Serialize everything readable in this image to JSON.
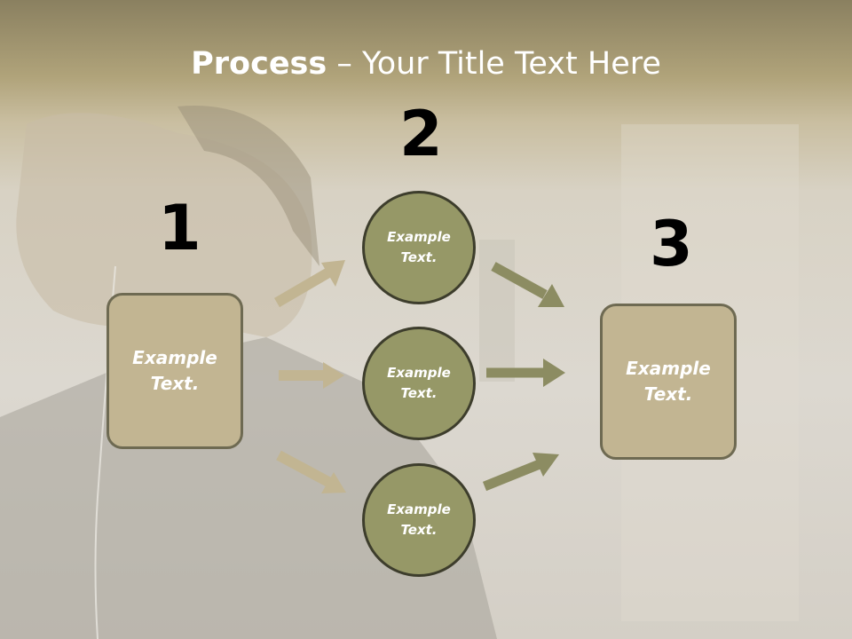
{
  "title": {
    "bold": "Process",
    "dash": " – ",
    "rest": "Your Title Text Here"
  },
  "steps": {
    "one": "1",
    "two": "2",
    "three": "3"
  },
  "left_box": {
    "line1": "Example",
    "line2": "Text."
  },
  "right_box": {
    "line1": "Example",
    "line2": "Text."
  },
  "circles": [
    {
      "line1": "Example",
      "line2": "Text."
    },
    {
      "line1": "Example",
      "line2": "Text."
    },
    {
      "line1": "Example",
      "line2": "Text."
    }
  ],
  "colors": {
    "left_arrows": "#c2b592",
    "right_arrows": "#8c8c62",
    "circle_fill": "#969867",
    "box_fill": "#c2b592"
  }
}
